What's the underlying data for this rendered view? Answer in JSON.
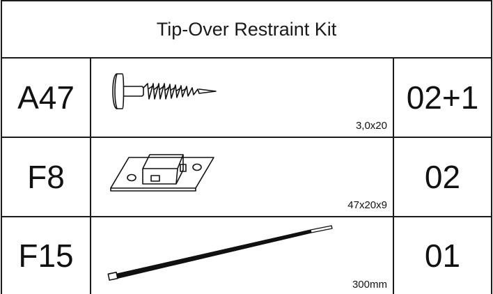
{
  "kit": {
    "title": "Tip-Over Restraint Kit"
  },
  "parts": [
    {
      "code": "A47",
      "size": "3,0x20",
      "quantity": "02+1",
      "icon": "screw-icon"
    },
    {
      "code": "F8",
      "size": "47x20x9",
      "quantity": "02",
      "icon": "wall-bracket-icon"
    },
    {
      "code": "F15",
      "size": "300mm",
      "quantity": "01",
      "icon": "cable-tie-icon"
    }
  ]
}
